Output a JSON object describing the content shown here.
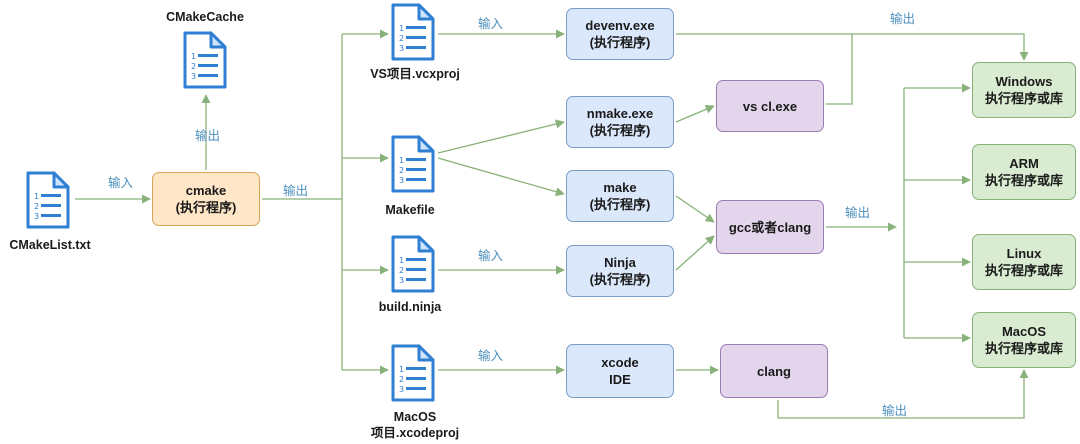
{
  "colors": {
    "arrow": "#88b27a",
    "edge_label": "#4d8fbd",
    "doc_blue": "#2f7fd3",
    "doc_light": "#cfe3fa"
  },
  "docs": {
    "cmakelist": "CMakeList.txt",
    "cmakecache": "CMakeCache",
    "vcxproj": "VS项目.vcxproj",
    "makefile": "Makefile",
    "ninja": "build.ninja",
    "xcodeproj_line1": "MacOS",
    "xcodeproj_line2": "项目.xcodeproj"
  },
  "nodes": {
    "cmake": [
      "cmake",
      "(执行程序)"
    ],
    "devenv": [
      "devenv.exe",
      "(执行程序)"
    ],
    "nmake": [
      "nmake.exe",
      "(执行程序)"
    ],
    "make": [
      "make",
      "(执行程序)"
    ],
    "ninja": [
      "Ninja",
      "(执行程序)"
    ],
    "xcode": [
      "xcode",
      "IDE"
    ],
    "vscl": [
      "vs cl.exe"
    ],
    "gcc": [
      "gcc或者clang"
    ],
    "clang": [
      "clang"
    ],
    "windows": [
      "Windows",
      "执行程序或库"
    ],
    "arm": [
      "ARM",
      "执行程序或库"
    ],
    "linux": [
      "Linux",
      "执行程序或库"
    ],
    "macos": [
      "MacOS",
      "执行程序或库"
    ]
  },
  "edge_labels": {
    "input": "输入",
    "output": "输出"
  }
}
